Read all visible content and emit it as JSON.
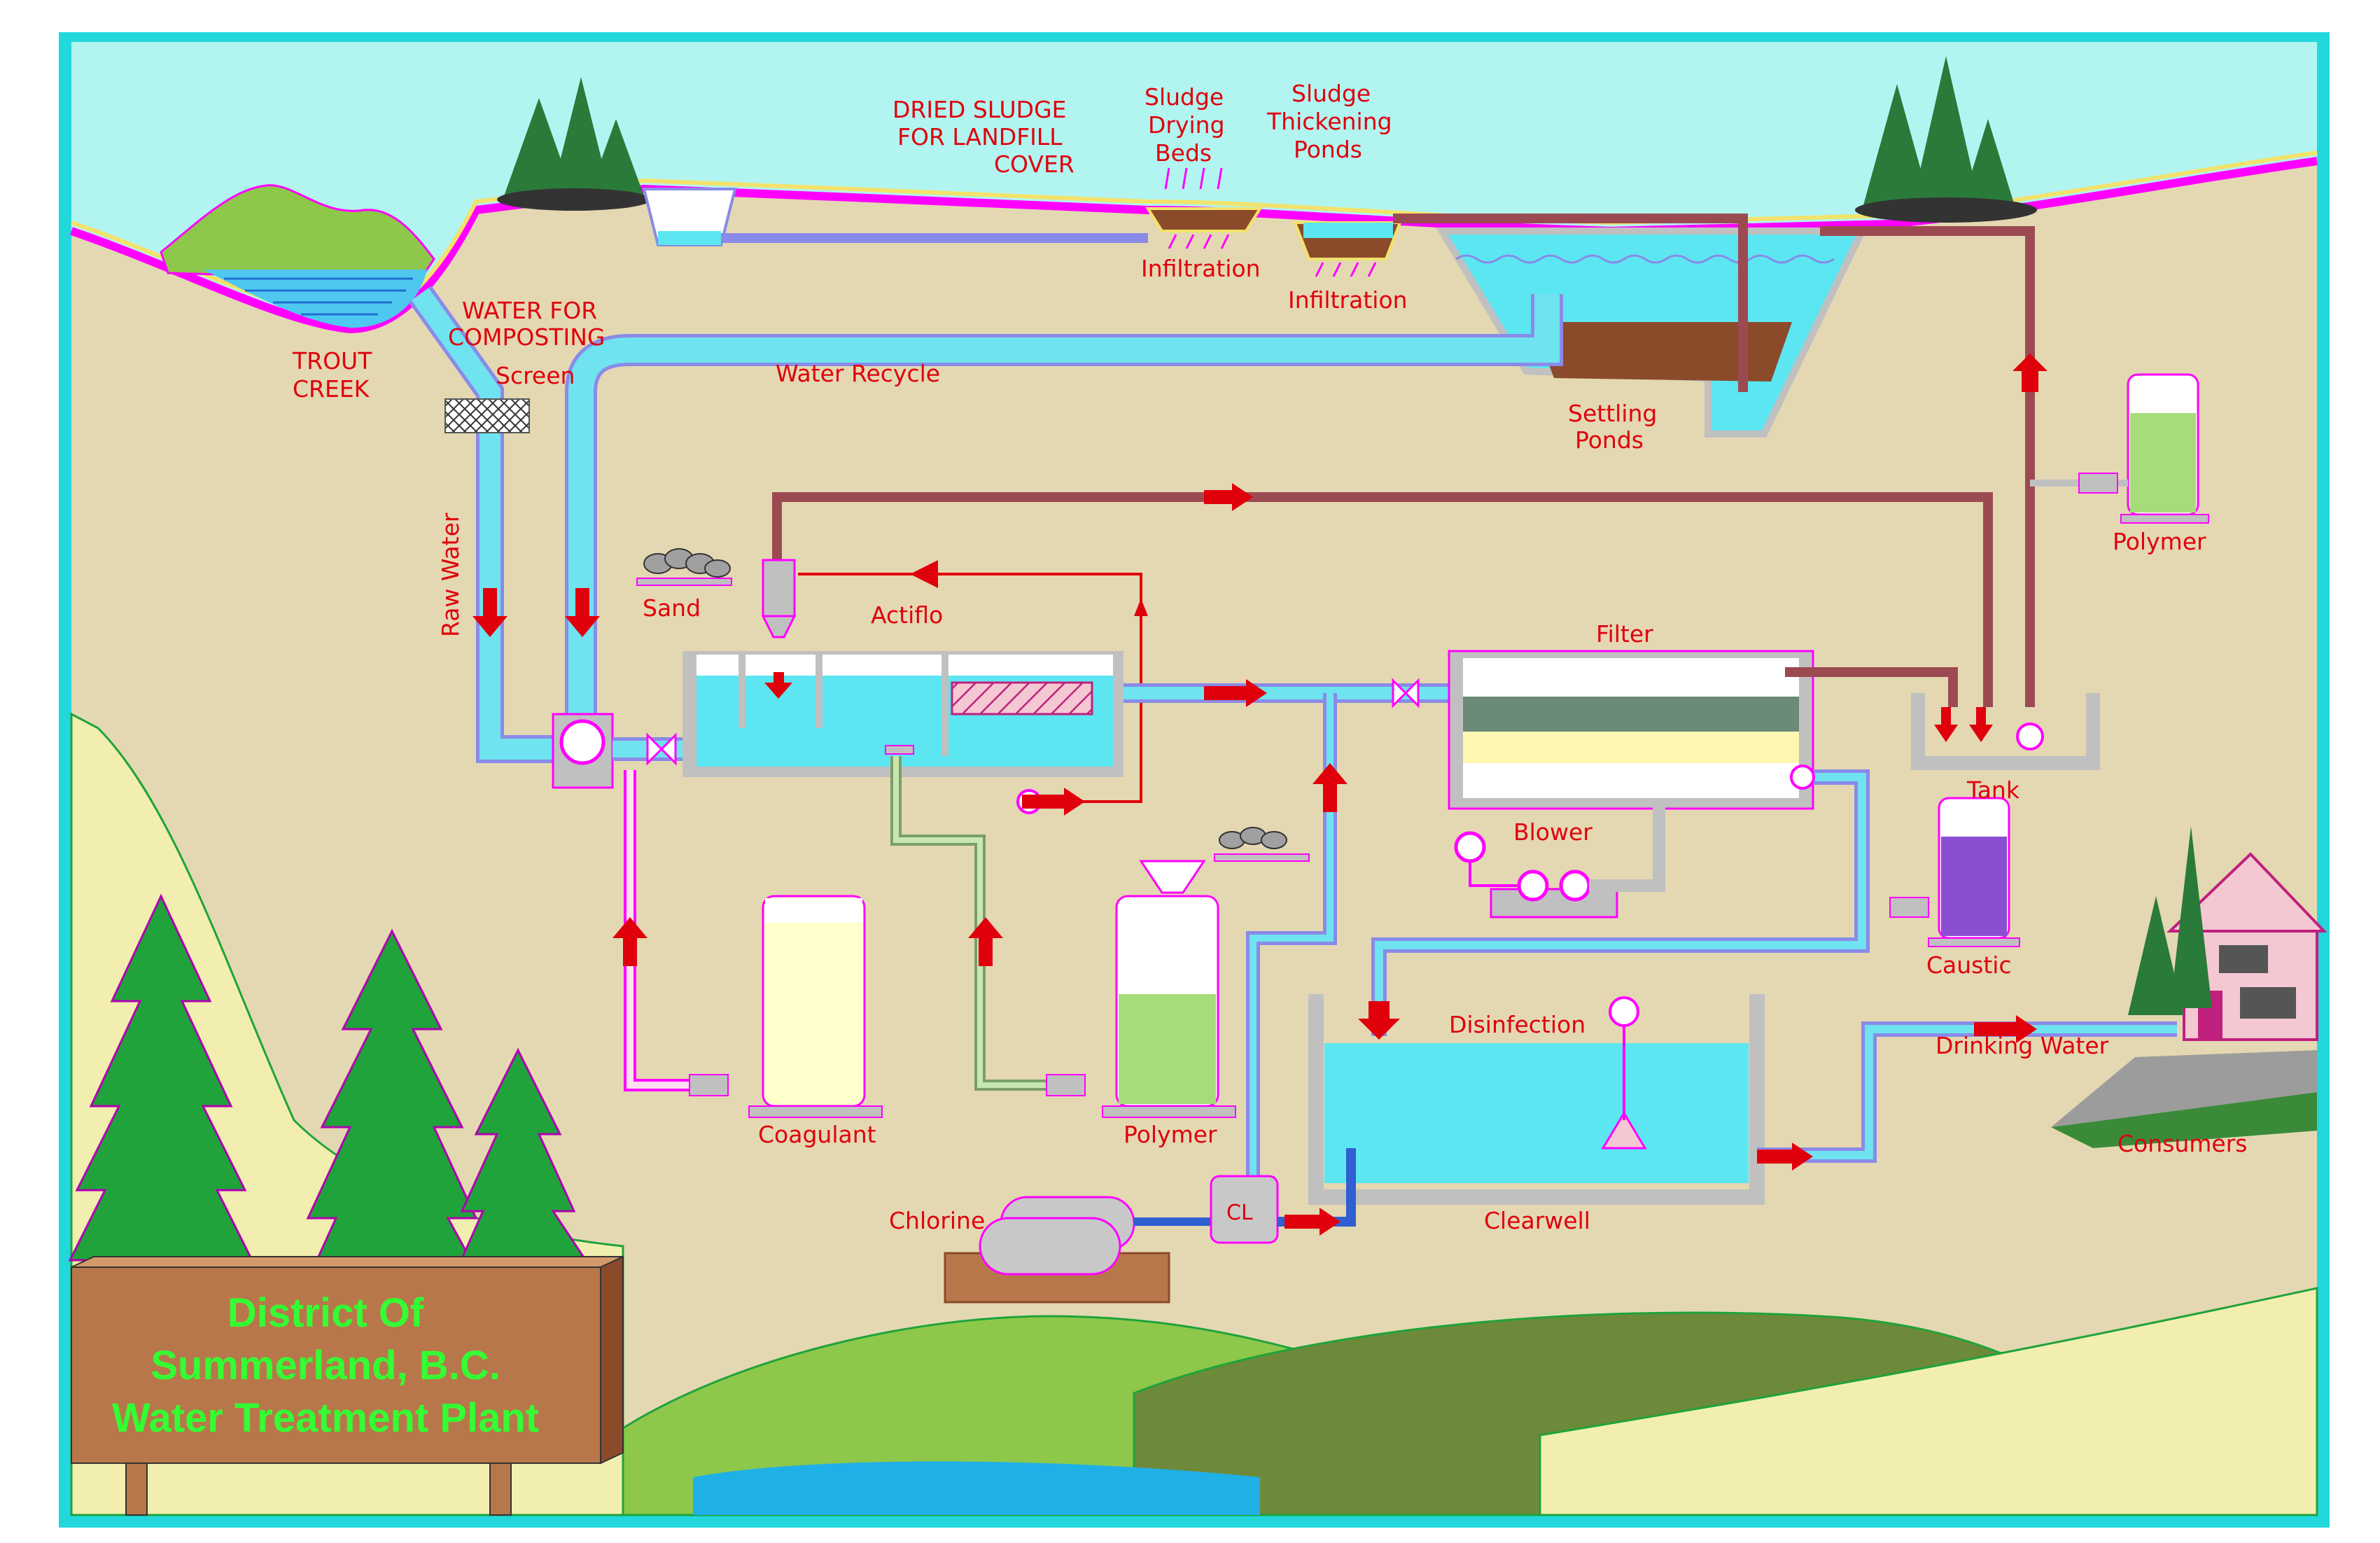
{
  "labels": {
    "trout_creek": [
      "TROUT",
      "CREEK"
    ],
    "screen": "Screen",
    "water_for_composting": [
      "WATER FOR",
      "COMPOSTING"
    ],
    "dried_sludge": [
      "DRIED SLUDGE",
      "FOR LANDFILL",
      "COVER"
    ],
    "sludge_drying_beds": [
      "Sludge",
      "Drying",
      "Beds"
    ],
    "sludge_thickening_ponds": [
      "Sludge",
      "Thickening",
      "Ponds"
    ],
    "infiltration_1": "Infiltration",
    "infiltration_2": "Infiltration",
    "water_recycle": "Water Recycle",
    "settling_ponds": [
      "Settling",
      "Ponds"
    ],
    "raw_water": "Raw Water",
    "sand": "Sand",
    "actiflo": "Actiflo",
    "filter": "Filter",
    "polymer_top": "Polymer",
    "tank": "Tank",
    "blower": "Blower",
    "caustic": "Caustic",
    "coagulant": "Coagulant",
    "polymer_bottom": "Polymer",
    "disinfection": "Disinfection",
    "drinking_water": "Drinking Water",
    "consumers": "Consumers",
    "chlorine": "Chlorine",
    "cl": "CL",
    "clearwell": "Clearwell"
  },
  "sign": {
    "lines": [
      "District Of",
      "Summerland, B.C.",
      "Water Treatment Plant"
    ]
  },
  "colors": {
    "sky": "#b2f5f0",
    "frame": "#22d8dd",
    "ground": "#e4d8b2",
    "water": "#5ce6f2",
    "pipe": "#6fe3ef",
    "pipe_outline": "#8a8ae8",
    "sludge": "#9c4a52",
    "label_red": "#e0000c",
    "magenta": "#ff00ff",
    "tree_green": "#1fa33a",
    "sign_board": "#b8774a",
    "sign_text": "#33ff33"
  }
}
